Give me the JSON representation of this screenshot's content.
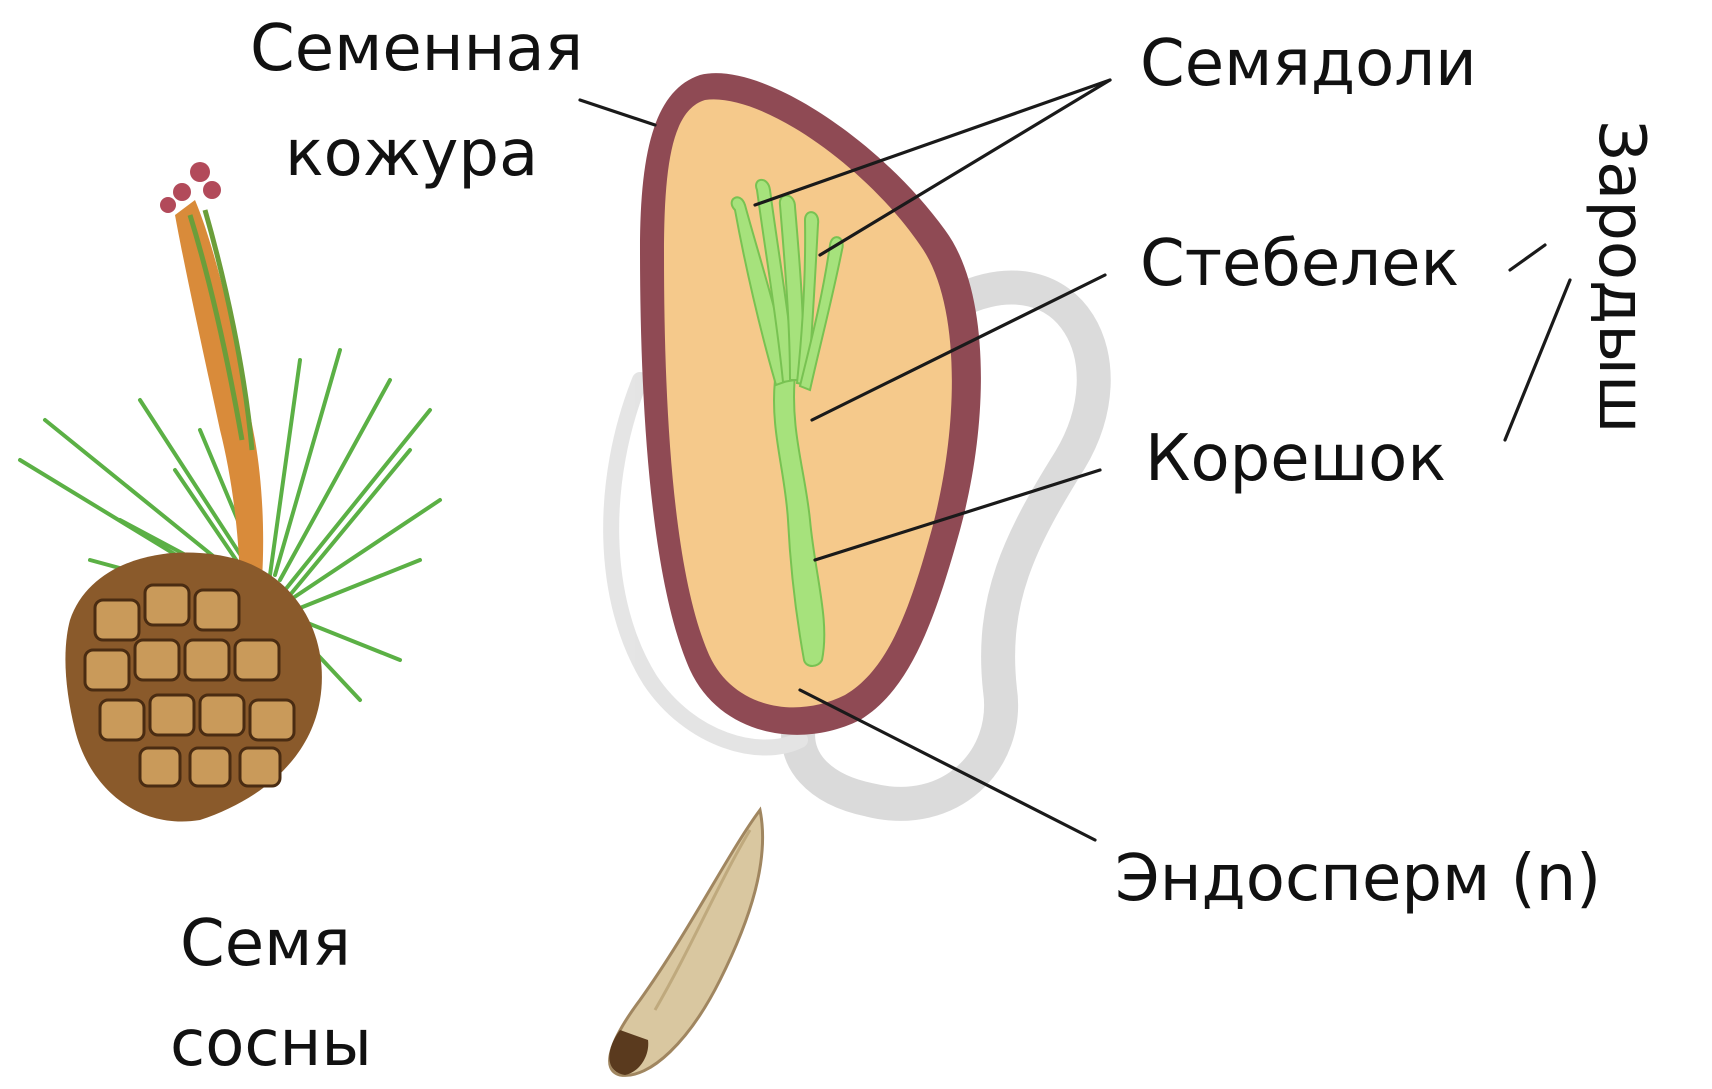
{
  "labels": {
    "seed_coat_line1": "Семенная",
    "seed_coat_line2": "кожура",
    "cotyledons": "Семядоли",
    "stem": "Стебелек",
    "root": "Корешок",
    "endosperm": "Эндосперм (n)",
    "embryo": "Зародыш",
    "pine_seed_line1": "Семя",
    "pine_seed_line2": "сосны"
  },
  "colors": {
    "seed_coat": "#8f4a54",
    "endosperm": "#f5c98b",
    "embryo": "#a6e27c",
    "embryo_outline": "#78c252",
    "watermark": "#bdbdbd",
    "cone": "#8a5a2b",
    "needles": "#5bb045",
    "shoot": "#d98b3a",
    "seed_husk": "#d9c7a0",
    "leader_lines": "#1a1a1a"
  }
}
